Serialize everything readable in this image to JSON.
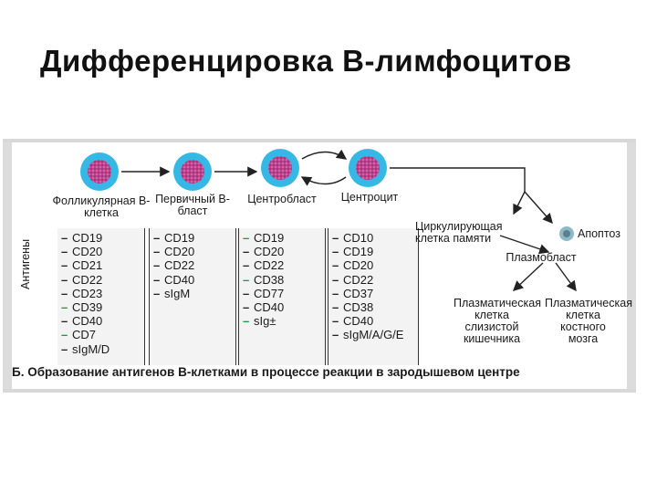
{
  "title": "Дифференцировка В-лимфоцитов",
  "colors": {
    "cell_outer": "#35b8e6",
    "cell_inner": "#c0428f",
    "green_marker": "#1d9a3c",
    "dark_marker": "#222222"
  },
  "icons": [
    "cell-icon",
    "arrow-icon",
    "apoptosis-icon"
  ],
  "stages": [
    {
      "label": "Фолликулярная В-клетка"
    },
    {
      "label": "Первичный В-бласт"
    },
    {
      "label": "Центробласт"
    },
    {
      "label": "Центроцит"
    }
  ],
  "antigen_axis_label": "Антигены",
  "columns": [
    {
      "items": [
        "CD19",
        "CD20",
        "CD21",
        "CD22",
        "CD23",
        "CD39",
        "CD40",
        "CD7",
        "sIgM/D"
      ],
      "marker_colors": [
        "dark",
        "dark",
        "dark",
        "dark",
        "dark",
        "green",
        "dark",
        "green",
        "dark"
      ]
    },
    {
      "items": [
        "CD19",
        "CD20",
        "CD22",
        "CD40",
        "sIgM"
      ],
      "marker_colors": [
        "dark",
        "dark",
        "dark",
        "dark",
        "dark"
      ]
    },
    {
      "items": [
        "CD19",
        "CD20",
        "CD22",
        "CD38",
        "CD77",
        "CD40",
        "sIg±"
      ],
      "marker_colors": [
        "green",
        "dark",
        "dark",
        "green",
        "dark",
        "dark",
        "green"
      ]
    },
    {
      "items": [
        "CD10",
        "CD19",
        "CD20",
        "CD22",
        "CD37",
        "CD38",
        "CD40",
        "sIgM/A/G/E"
      ],
      "marker_colors": [
        "dark",
        "dark",
        "dark",
        "dark",
        "dark",
        "dark",
        "dark",
        "dark"
      ]
    }
  ],
  "outcomes": {
    "memory_cell": "Циркулирующая клетка памяти",
    "apoptosis": "Апоптоз",
    "plasmablast": "Плазмобласт",
    "plasma_mucosa": "Плазматическая клетка слизистой кишечника",
    "plasma_marrow": "Плазматическая клетка костного мозга"
  },
  "caption": "Б. Образование антигенов В-клетками в процессе реакции в зародышевом центре"
}
